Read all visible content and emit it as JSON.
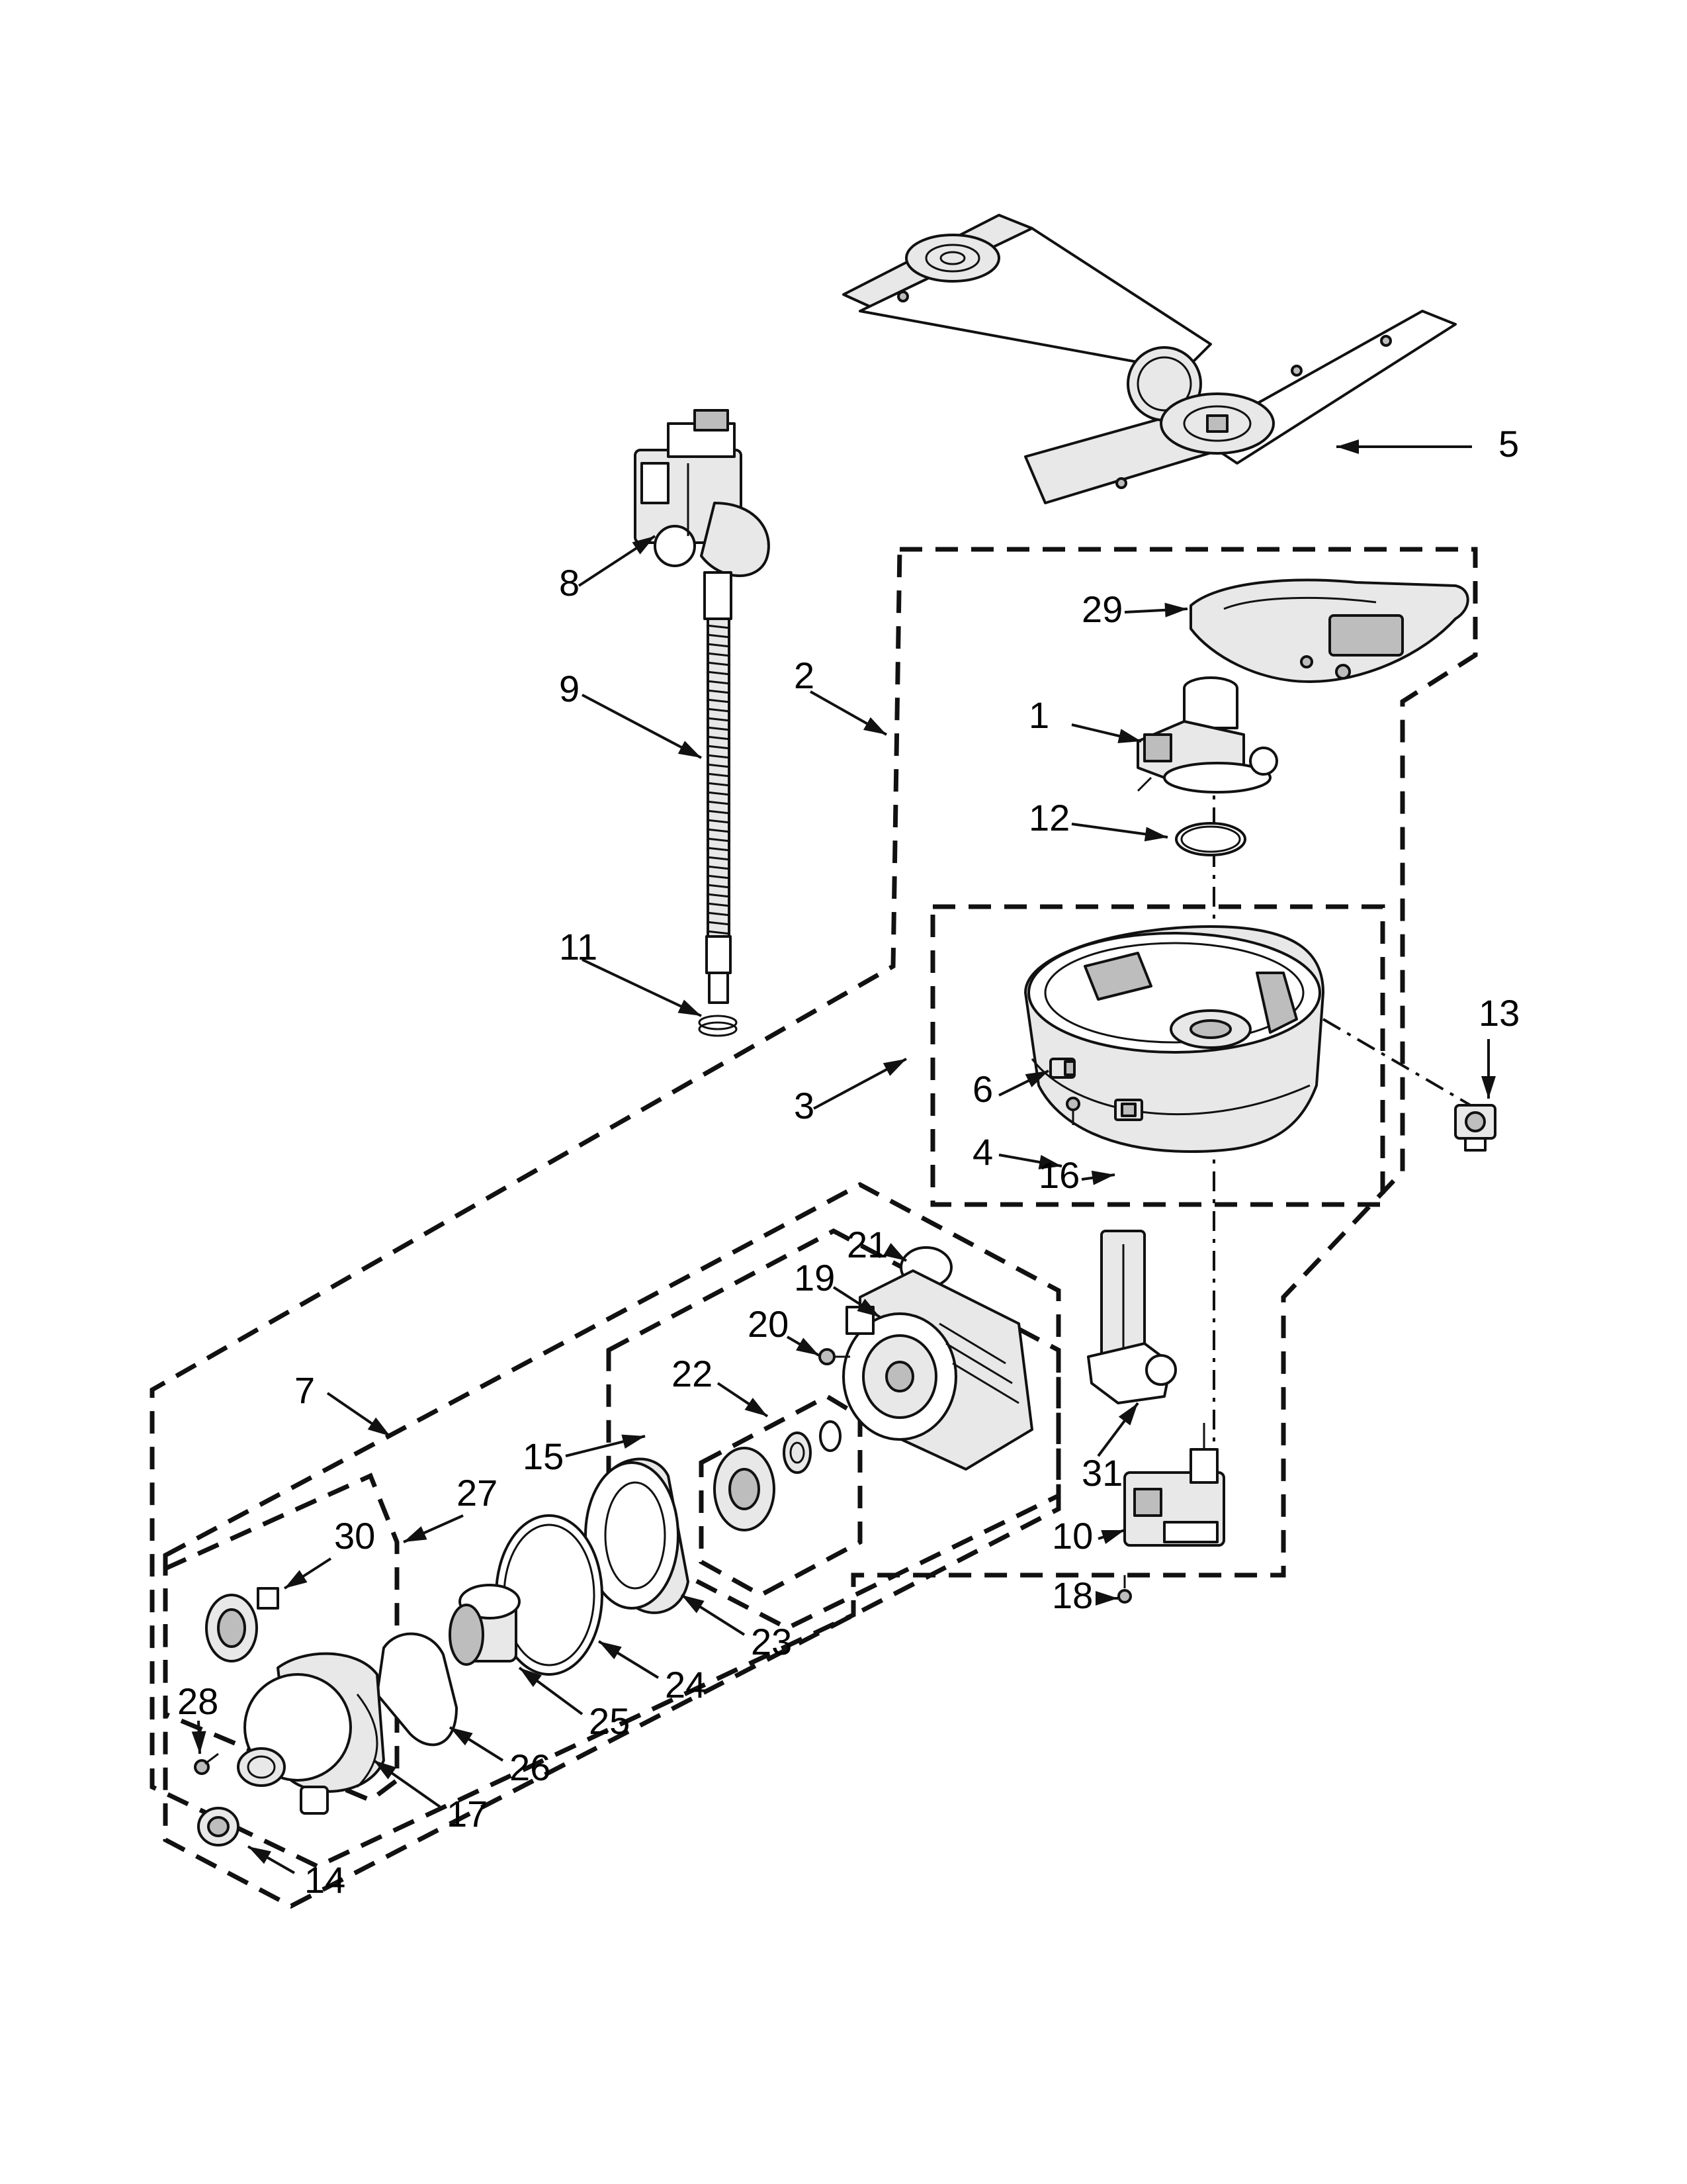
{
  "callouts": [
    {
      "id": "c1",
      "text": "1"
    },
    {
      "id": "c2",
      "text": "2"
    },
    {
      "id": "c3",
      "text": "3"
    },
    {
      "id": "c4",
      "text": "4"
    },
    {
      "id": "c5",
      "text": "5"
    },
    {
      "id": "c6",
      "text": "6"
    },
    {
      "id": "c7",
      "text": "7"
    },
    {
      "id": "c8",
      "text": "8"
    },
    {
      "id": "c9",
      "text": "9"
    },
    {
      "id": "c10",
      "text": "10"
    },
    {
      "id": "c11",
      "text": "11"
    },
    {
      "id": "c12",
      "text": "12"
    },
    {
      "id": "c13",
      "text": "13"
    },
    {
      "id": "c14",
      "text": "14"
    },
    {
      "id": "c15",
      "text": "15"
    },
    {
      "id": "c16",
      "text": "16"
    },
    {
      "id": "c17",
      "text": "17"
    },
    {
      "id": "c18",
      "text": "18"
    },
    {
      "id": "c19",
      "text": "19"
    },
    {
      "id": "c20",
      "text": "20"
    },
    {
      "id": "c21",
      "text": "21"
    },
    {
      "id": "c22",
      "text": "22"
    },
    {
      "id": "c23",
      "text": "23"
    },
    {
      "id": "c24",
      "text": "24"
    },
    {
      "id": "c25",
      "text": "25"
    },
    {
      "id": "c26",
      "text": "26"
    },
    {
      "id": "c27",
      "text": "27"
    },
    {
      "id": "c28",
      "text": "28"
    },
    {
      "id": "c29",
      "text": "29"
    },
    {
      "id": "c30",
      "text": "30"
    },
    {
      "id": "c31",
      "text": "31"
    }
  ]
}
